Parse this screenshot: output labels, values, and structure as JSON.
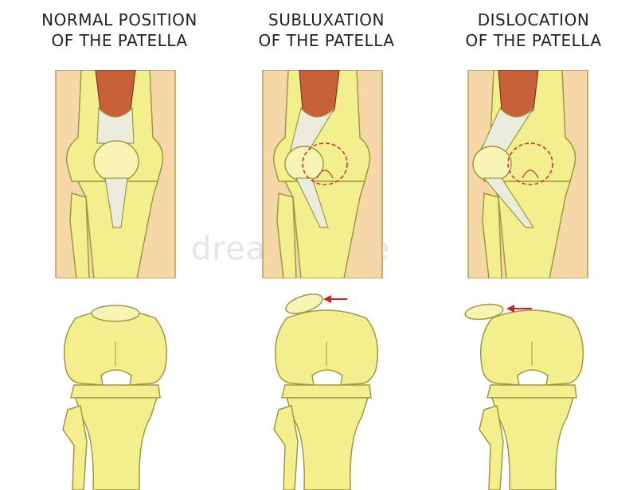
{
  "titles": [
    {
      "line1": "NORMAL POSITION",
      "line2": "OF THE PATELLA"
    },
    {
      "line1": "SUBLUXATION",
      "line2": "OF THE PATELLA"
    },
    {
      "line1": "DISLOCATION",
      "line2": "OF THE PATELLA"
    }
  ],
  "watermark": "dreamstime",
  "colors": {
    "background": "#ffffff",
    "skin": "#f6d8a8",
    "skin_outline": "#b7995f",
    "bone": "#f3ef8f",
    "bone_light": "#f8f4b4",
    "bone_outline": "#9b9a3f",
    "tendon": "#ececdc",
    "muscle": "#c8603a",
    "dashed_outline": "#d8343a",
    "arrow": "#d42020"
  },
  "icons": [
    "red-arrow-left-icon"
  ]
}
